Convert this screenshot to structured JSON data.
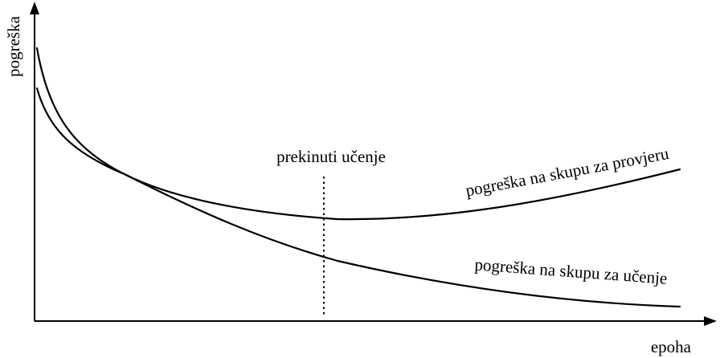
{
  "chart_data": {
    "type": "line",
    "x_axis_label": "epoha",
    "y_axis_label": "pogreška",
    "annotation": "prekinuti učenje",
    "series": [
      {
        "name": "pogreška na skupu za provjeru"
      },
      {
        "name": "pogreška na skupu za učenje"
      }
    ]
  }
}
